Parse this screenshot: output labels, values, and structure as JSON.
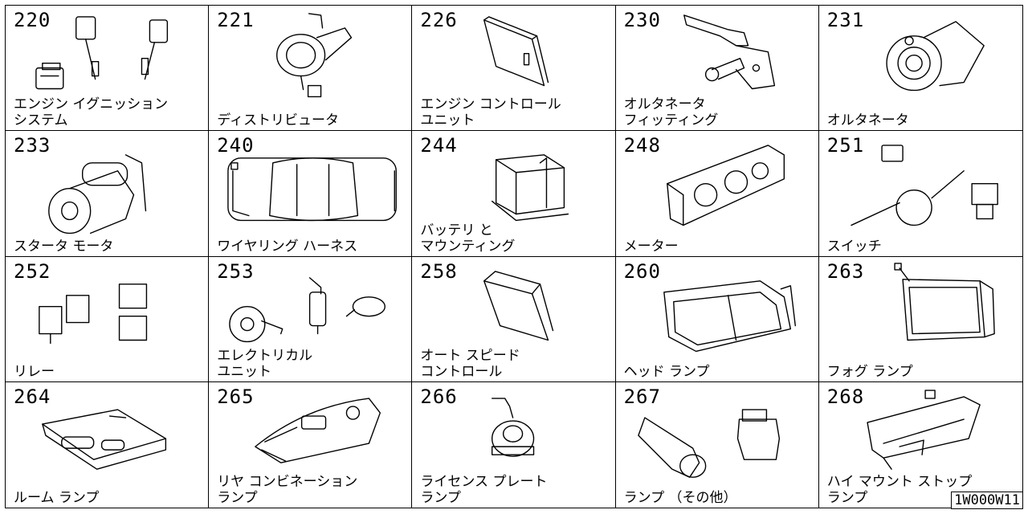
{
  "catalog": {
    "sections": [
      {
        "code": "220",
        "label": "エンジン イグニッション\nシステム",
        "icon": "ignition-coil-spark-plug-icon"
      },
      {
        "code": "221",
        "label": "ディストリビュータ",
        "icon": "distributor-icon"
      },
      {
        "code": "226",
        "label": "エンジン コントロール\nユニット",
        "icon": "control-unit-icon"
      },
      {
        "code": "230",
        "label": "オルタネータ\nフィッティング",
        "icon": "alternator-bracket-icon"
      },
      {
        "code": "231",
        "label": "オルタネータ",
        "icon": "alternator-icon"
      },
      {
        "code": "233",
        "label": "スタータ モータ",
        "icon": "starter-motor-icon"
      },
      {
        "code": "240",
        "label": "ワイヤリング ハーネス",
        "icon": "wiring-harness-car-icon"
      },
      {
        "code": "244",
        "label": "バッテリ と\nマウンティング",
        "icon": "battery-icon"
      },
      {
        "code": "248",
        "label": "メーター",
        "icon": "meter-cluster-icon"
      },
      {
        "code": "251",
        "label": "スイッチ",
        "icon": "switch-icon"
      },
      {
        "code": "252",
        "label": "リレー",
        "icon": "relay-icon"
      },
      {
        "code": "253",
        "label": "エレクトリカル\nユニット",
        "icon": "horn-icon"
      },
      {
        "code": "258",
        "label": "オート スピード\nコントロール",
        "icon": "speed-control-unit-icon"
      },
      {
        "code": "260",
        "label": "ヘッド ランプ",
        "icon": "headlamp-icon"
      },
      {
        "code": "263",
        "label": "フォグ ランプ",
        "icon": "fog-lamp-icon"
      },
      {
        "code": "264",
        "label": "ルーム ランプ",
        "icon": "room-lamp-icon"
      },
      {
        "code": "265",
        "label": "リヤ コンビネーション\nランプ",
        "icon": "rear-combination-lamp-icon"
      },
      {
        "code": "266",
        "label": "ライセンス プレート\nランプ",
        "icon": "license-plate-lamp-icon"
      },
      {
        "code": "267",
        "label": "ランプ （その他）",
        "icon": "bulb-socket-icon"
      },
      {
        "code": "268",
        "label": "ハイ マウント ストップ\nランプ",
        "icon": "high-mount-stop-lamp-icon"
      }
    ],
    "reference": "1W000W11"
  }
}
